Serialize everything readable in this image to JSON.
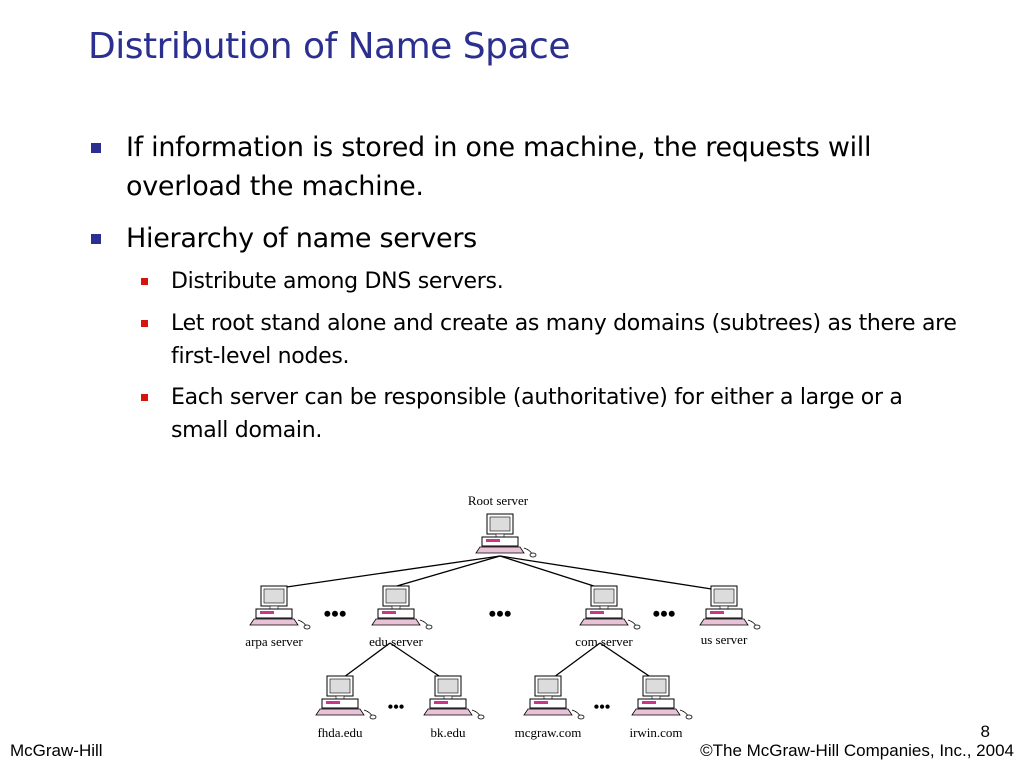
{
  "slide": {
    "title": "Distribution of Name Space",
    "bullets": [
      {
        "text": "If information is stored in one machine, the requests will overload the machine.",
        "sub": []
      },
      {
        "text": "Hierarchy of name servers",
        "sub": [
          "Distribute among DNS servers.",
          "Let root stand alone and create as many domains (subtrees) as there are first-level nodes.",
          "Each server can be responsible (authoritative) for either a large or a small domain."
        ]
      }
    ],
    "page_number": "8"
  },
  "footer": {
    "left": "McGraw-Hill",
    "right": "©The McGraw-Hill Companies, Inc., 2004"
  },
  "diagram": {
    "root": "Root server",
    "level1": [
      "arpa server",
      "edu server",
      "com server",
      "us server"
    ],
    "level2": [
      "fhda.edu",
      "bk.edu",
      "mcgraw.com",
      "irwin.com"
    ],
    "ellipsis": "•••",
    "ellipsis_small": "•••"
  },
  "colors": {
    "title": "#2b2f8f",
    "bullet_primary": "#2b2f8f",
    "bullet_secondary": "#d5140d",
    "computer_accent": "#c8358a"
  }
}
